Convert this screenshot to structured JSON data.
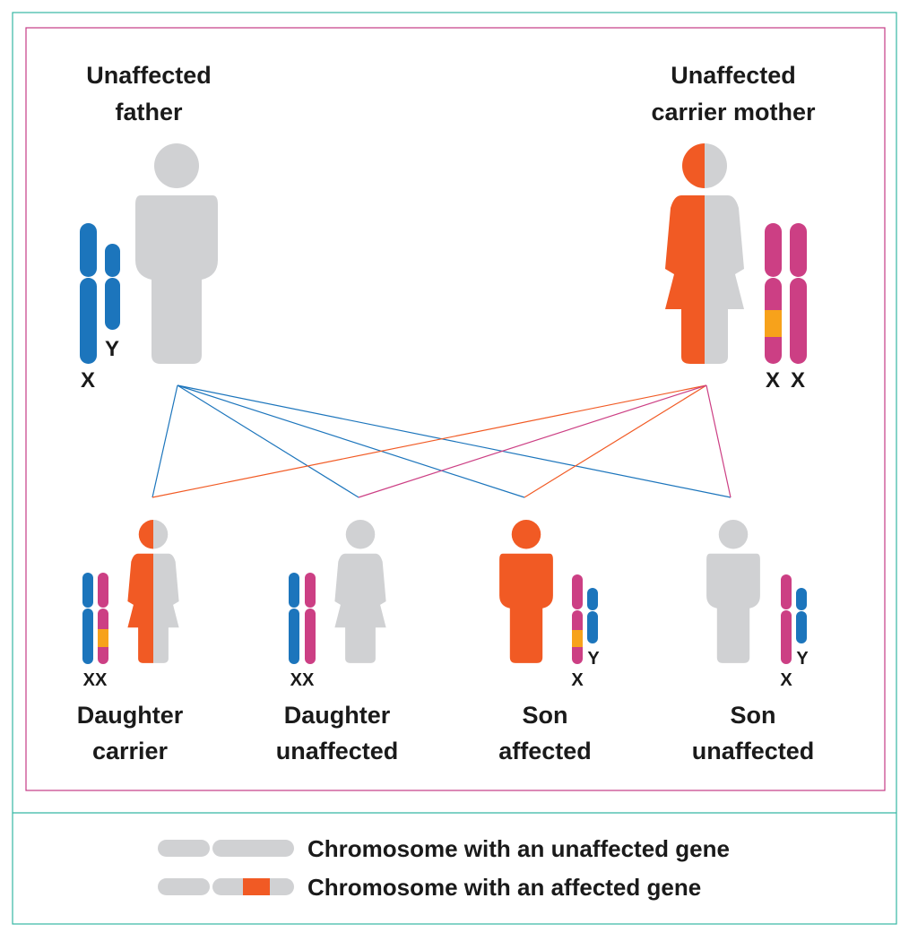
{
  "colors": {
    "frame": "#35b7a4",
    "inner_frame": "#c43b86",
    "x_chromosome_father": "#1c75bc",
    "x_chromosome_mother": "#cc3f84",
    "affected_gene": "#f7a21b",
    "affected": "#f15a24",
    "unaffected": "#d0d1d3",
    "line_father": "#1c75bc",
    "line_mother_affected": "#f15a24",
    "line_mother_unaffected": "#cc3f84"
  },
  "parents": {
    "father": {
      "title_line1": "Unaffected",
      "title_line2": "father",
      "chrom_label_x": "X",
      "chrom_label_y": "Y"
    },
    "mother": {
      "title_line1": "Unaffected",
      "title_line2": "carrier mother",
      "chrom_label_x1": "X",
      "chrom_label_x2": "X"
    }
  },
  "children": [
    {
      "line1": "Daughter",
      "line2": "carrier",
      "chrom_label": "XX"
    },
    {
      "line1": "Daughter",
      "line2": "unaffected",
      "chrom_label": "XX"
    },
    {
      "line1": "Son",
      "line2": "affected",
      "chrom_label_x": "X",
      "chrom_label_y": "Y"
    },
    {
      "line1": "Son",
      "line2": "unaffected",
      "chrom_label_x": "X",
      "chrom_label_y": "Y"
    }
  ],
  "legend": {
    "unaffected_label": "Chromosome with an unaffected gene",
    "affected_label": "Chromosome with an affected gene"
  }
}
